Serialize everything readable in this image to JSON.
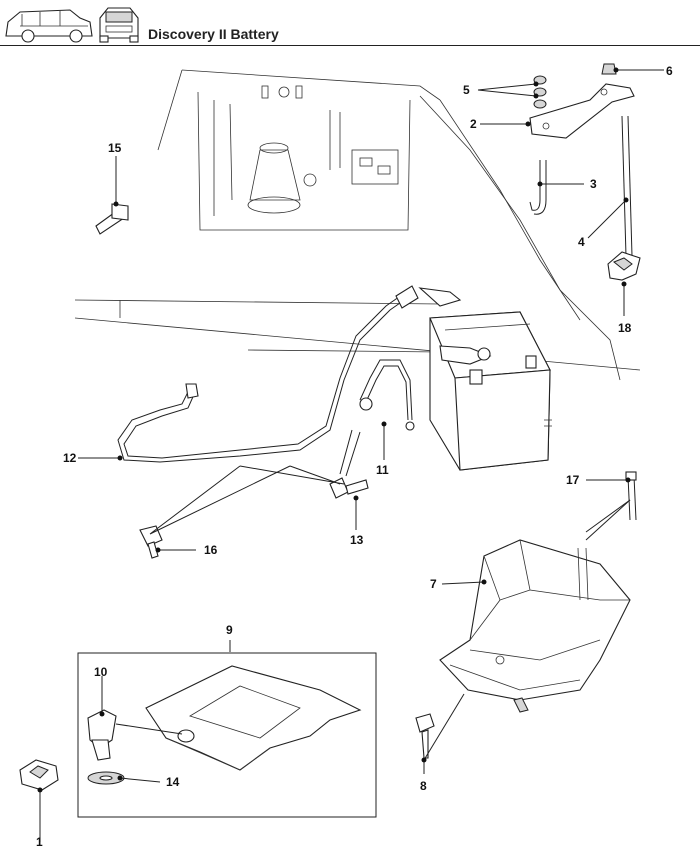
{
  "header": {
    "title": "Discovery II Battery"
  },
  "icons": [
    "vehicle-side-view-icon",
    "vehicle-front-view-icon"
  ],
  "callouts": [
    "1",
    "2",
    "3",
    "4",
    "5",
    "6",
    "7",
    "8",
    "9",
    "10",
    "11",
    "12",
    "13",
    "14",
    "15",
    "16",
    "17",
    "18"
  ]
}
